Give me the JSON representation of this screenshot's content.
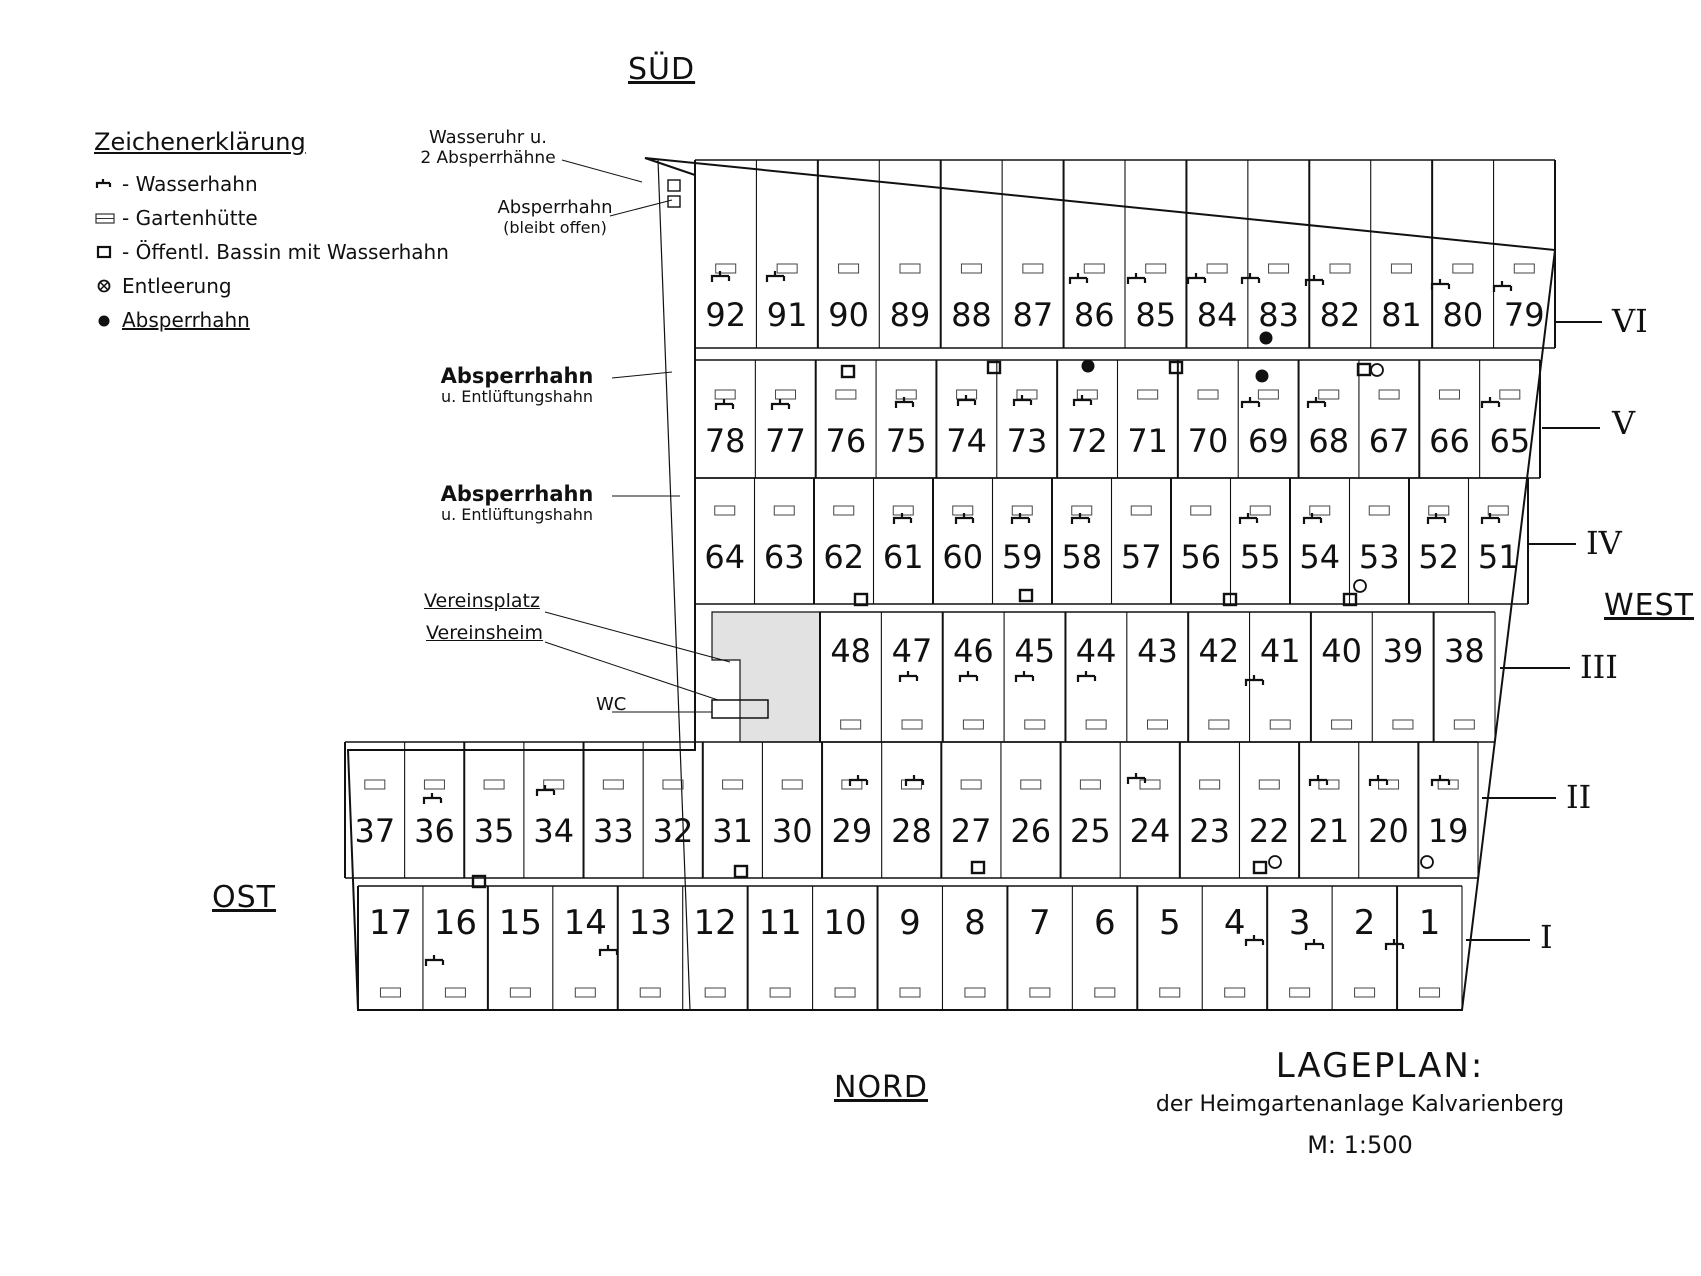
{
  "compass": {
    "south": "SÜD",
    "north": "NORD",
    "east": "OST",
    "west": "WEST"
  },
  "legend": {
    "title": "Zeichenerklärung",
    "items": [
      {
        "symbol": "tap-icon",
        "label": "- Wasserhahn"
      },
      {
        "symbol": "hut-icon",
        "label": "- Gartenhütte"
      },
      {
        "symbol": "basin-icon",
        "label": "- Öffentl. Bassin mit Wasserhahn"
      },
      {
        "symbol": "drain-icon",
        "label": "Entleerung"
      },
      {
        "symbol": "valve-icon",
        "label": "Absperrhahn"
      }
    ]
  },
  "annotations": {
    "water_meter": [
      "Wasseruhr u.",
      "2 Absperrhähne"
    ],
    "valve_open": [
      "Absperrhahn",
      "(bleibt offen)"
    ],
    "valve_vent_1": [
      "Absperrhahn",
      "u. Entlüftungshahn"
    ],
    "valve_vent_2": [
      "Absperrhahn",
      "u. Entlüftungshahn"
    ],
    "club_area": "Vereinsplatz",
    "club_house": "Vereinsheim",
    "wc": "WC"
  },
  "rows": [
    "VI",
    "V",
    "IV",
    "III",
    "II",
    "I"
  ],
  "title_block": {
    "title": "LAGEPLAN:",
    "subtitle": "der Heimgartenanlage  Kalvarienberg",
    "scale": "M: 1:500"
  },
  "plots": {
    "row_VI": [
      "92",
      "91",
      "90",
      "89",
      "88",
      "87",
      "86",
      "85",
      "84",
      "83",
      "82",
      "81",
      "80",
      "79"
    ],
    "row_V": [
      "78",
      "77",
      "76",
      "75",
      "74",
      "73",
      "72",
      "71",
      "70",
      "69",
      "68",
      "67",
      "66",
      "65"
    ],
    "row_IV": [
      "64",
      "63",
      "62",
      "61",
      "60",
      "59",
      "58",
      "57",
      "56",
      "55",
      "54",
      "53",
      "52",
      "51"
    ],
    "row_III": [
      "48",
      "47",
      "46",
      "45",
      "44",
      "43",
      "42",
      "41",
      "40",
      "39",
      "38"
    ],
    "row_II": [
      "37",
      "36",
      "35",
      "34",
      "33",
      "32",
      "31",
      "30",
      "29",
      "28",
      "27",
      "26",
      "25",
      "24",
      "23",
      "22",
      "21",
      "20",
      "19"
    ],
    "row_I": [
      "17",
      "16",
      "15",
      "14",
      "13",
      "12",
      "11",
      "10",
      "9",
      "8",
      "7",
      "6",
      "5",
      "4",
      "3",
      "2",
      "1"
    ]
  },
  "colors": {
    "ink": "#111111",
    "paper": "#ffffff",
    "square_shade": "#e2e2e2"
  }
}
